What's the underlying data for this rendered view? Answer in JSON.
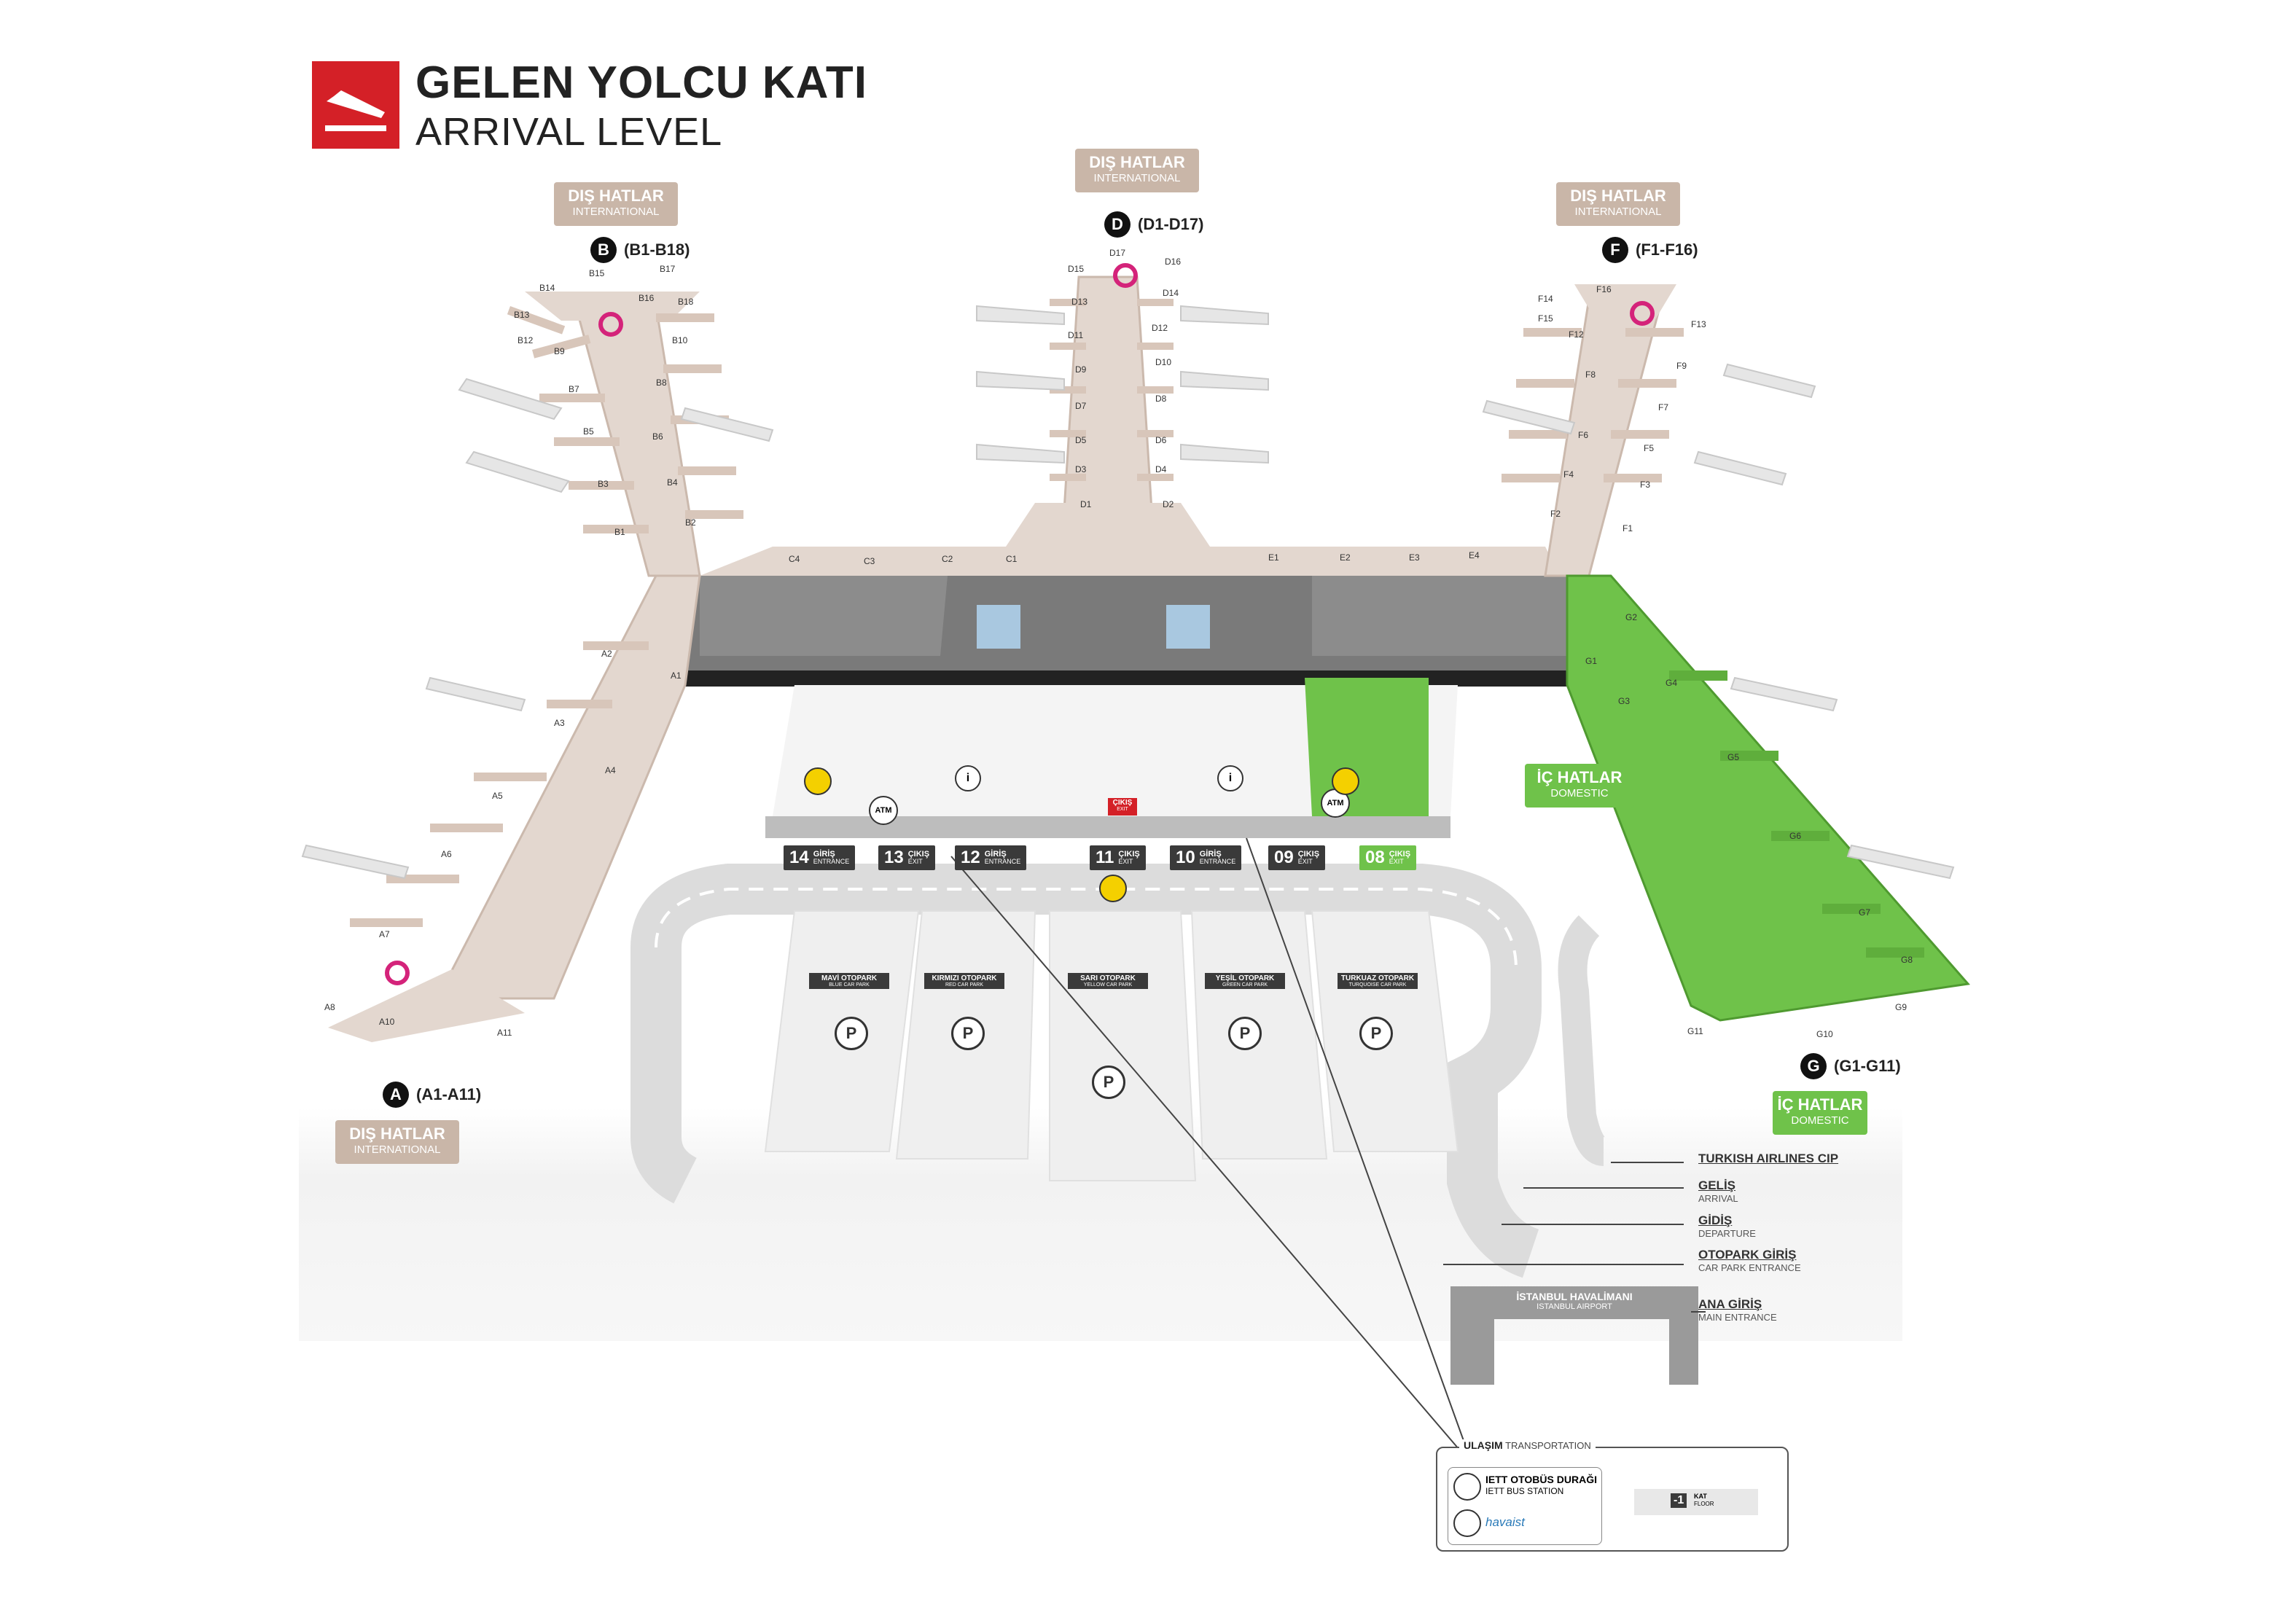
{
  "header": {
    "title": "GELEN YOLCU KATI",
    "subtitle": "ARRIVAL LEVEL",
    "icon": "airplane-arrival-icon",
    "brand_color": "#d42027"
  },
  "zones": {
    "international_label": "DIŞ HATLAR",
    "international_sub": "INTERNATIONAL",
    "domestic_label": "İÇ HATLAR",
    "domestic_sub": "DOMESTIC"
  },
  "piers": [
    {
      "letter": "A",
      "range": "(A1-A11)"
    },
    {
      "letter": "B",
      "range": "(B1-B18)"
    },
    {
      "letter": "D",
      "range": "(D1-D17)"
    },
    {
      "letter": "F",
      "range": "(F1-F16)"
    },
    {
      "letter": "G",
      "range": "(G1-G11)"
    }
  ],
  "gates": {
    "A": [
      "A1",
      "A2",
      "A3",
      "A4",
      "A5",
      "A6",
      "A7",
      "A8",
      "A10",
      "A11"
    ],
    "B": [
      "B1",
      "B2",
      "B3",
      "B4",
      "B5",
      "B6",
      "B7",
      "B8",
      "B9",
      "B10",
      "B12",
      "B13",
      "B14",
      "B15",
      "B16",
      "B17",
      "B18"
    ],
    "D": [
      "D1",
      "D2",
      "D3",
      "D4",
      "D5",
      "D6",
      "D7",
      "D8",
      "D9",
      "D10",
      "D11",
      "D12",
      "D13",
      "D14",
      "D15",
      "D16",
      "D17"
    ],
    "F": [
      "F1",
      "F2",
      "F3",
      "F4",
      "F5",
      "F6",
      "F7",
      "F8",
      "F9",
      "F12",
      "F13",
      "F14",
      "F15",
      "F16"
    ],
    "G": [
      "G1",
      "G2",
      "G3",
      "G4",
      "G5",
      "G6",
      "G7",
      "G8",
      "G9",
      "G10",
      "G11"
    ],
    "C": [
      "C1",
      "C2",
      "C3",
      "C4"
    ],
    "E": [
      "E1",
      "E2",
      "E3",
      "E4"
    ]
  },
  "doors": [
    {
      "num": "14",
      "a": "GİRİŞ",
      "b": "ENTRANCE"
    },
    {
      "num": "13",
      "a": "ÇIKIŞ",
      "b": "EXIT"
    },
    {
      "num": "12",
      "a": "GİRİŞ",
      "b": "ENTRANCE"
    },
    {
      "num": "11",
      "a": "ÇIKIŞ",
      "b": "EXIT"
    },
    {
      "num": "10",
      "a": "GİRİŞ",
      "b": "ENTRANCE"
    },
    {
      "num": "09",
      "a": "ÇIKIŞ",
      "b": "EXIT"
    },
    {
      "num": "08",
      "a": "ÇIKIŞ",
      "b": "EXIT"
    }
  ],
  "car_parks": [
    {
      "name": "MAVİ OTOPARK",
      "sub": "BLUE CAR PARK"
    },
    {
      "name": "KIRMIZI OTOPARK",
      "sub": "RED CAR PARK"
    },
    {
      "name": "SARI OTOPARK",
      "sub": "YELLOW CAR PARK"
    },
    {
      "name": "YEŞİL OTOPARK",
      "sub": "GREEN CAR PARK"
    },
    {
      "name": "TURKUAZ OTOPARK",
      "sub": "TURQUOISE CAR PARK"
    }
  ],
  "legend": [
    {
      "a": "TURKISH AIRLINES CIP",
      "b": ""
    },
    {
      "a": "GELİŞ",
      "b": "ARRIVAL"
    },
    {
      "a": "GİDİŞ",
      "b": "DEPARTURE"
    },
    {
      "a": "OTOPARK GİRİŞ",
      "b": "CAR PARK ENTRANCE"
    },
    {
      "a": "ANA GİRİŞ",
      "b": "MAIN ENTRANCE"
    }
  ],
  "airport_sign": {
    "title": "İSTANBUL HAVALİMANI",
    "sub": "ISTANBUL AIRPORT"
  },
  "transport": {
    "header": "ULAŞIM",
    "header_sub": "TRANSPORTATION",
    "bus_title": "IETT OTOBÜS DURAĞI",
    "bus_sub": "IETT BUS STATION",
    "havaist": "havaist",
    "floor_num": "-1",
    "floor_a": "KAT",
    "floor_b": "FLOOR"
  },
  "labels": {
    "atm": "ATM",
    "exit_sign": "ÇIKIŞ",
    "exit_sign_sub": "EXIT"
  },
  "colors": {
    "terminal": "#e3d7cf",
    "domestic": "#6fc24a",
    "road": "#dcdcdc",
    "dark": "#3a3a3a",
    "poi_pink": "#d4237a"
  }
}
